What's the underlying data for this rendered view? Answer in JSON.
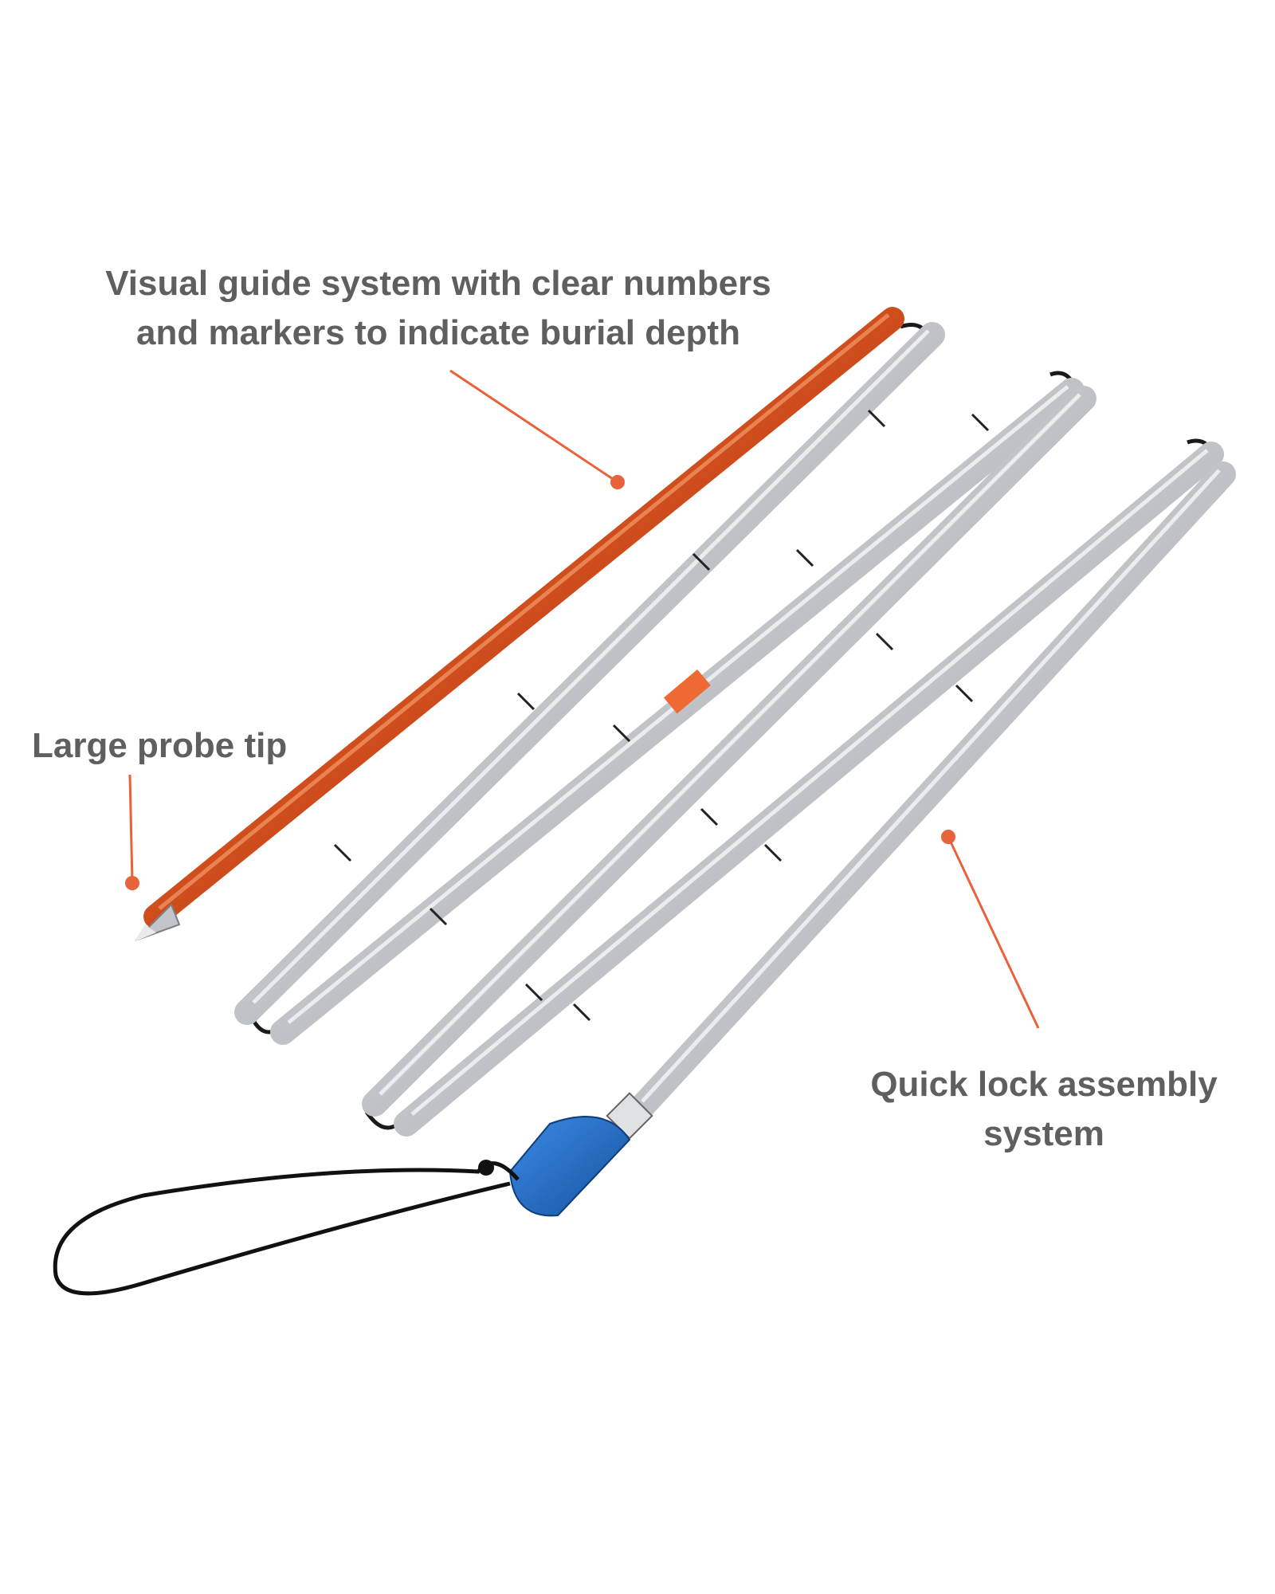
{
  "callouts": {
    "guide": {
      "line1": "Visual guide system with clear numbers",
      "line2": "and markers to indicate burial depth"
    },
    "tip": {
      "line1": "Large probe tip"
    },
    "lock": {
      "line1": "Quick lock assembly",
      "line2": "system"
    }
  },
  "colors": {
    "accent": "#e8623a",
    "text": "#5f5f5f",
    "orange_segment": "#c8441a",
    "silver": "#c9ccd0",
    "handle_blue": "#1f6fd1",
    "background": "#ffffff"
  }
}
